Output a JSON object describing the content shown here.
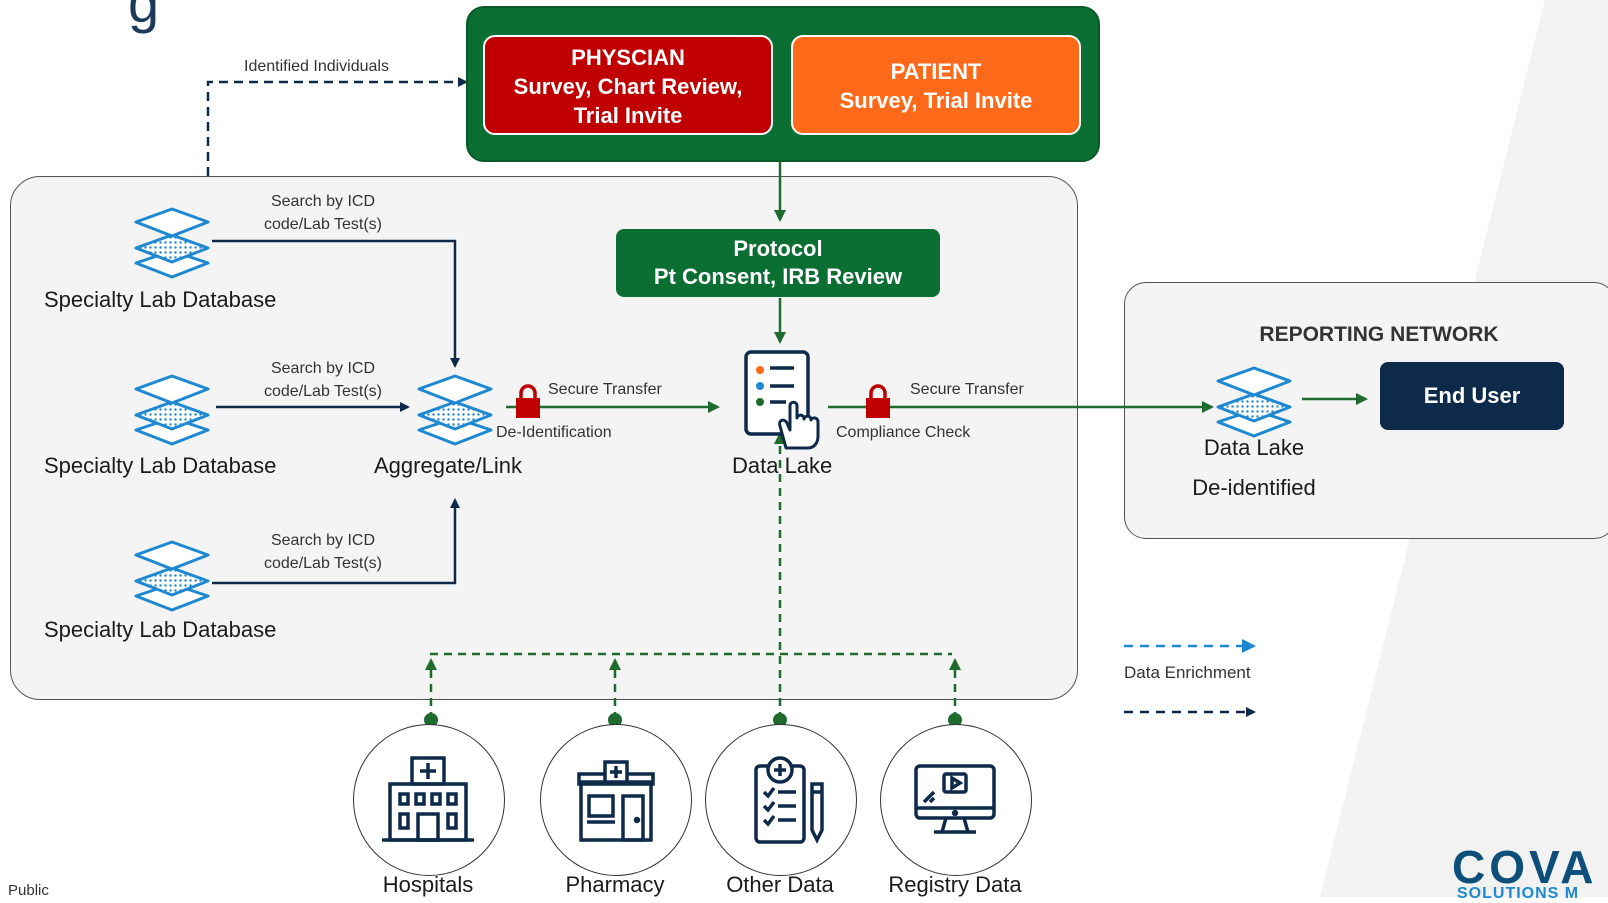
{
  "title_fragment": "g",
  "top_group": {
    "physician": {
      "line1": "PHYSCIAN",
      "line2": "Survey, Chart Review,",
      "line3": "Trial Invite"
    },
    "patient": {
      "line1": "PATIENT",
      "line2": "Survey, Trial Invite"
    }
  },
  "identified_individuals": "Identified Individuals",
  "protocol": {
    "line1": "Protocol",
    "line2": "Pt Consent, IRB Review"
  },
  "sources": [
    {
      "label": "Specialty Lab Database",
      "search_line1": "Search by ICD",
      "search_line2": "code/Lab Test(s)"
    },
    {
      "label": "Specialty Lab Database",
      "search_line1": "Search by ICD",
      "search_line2": "code/Lab Test(s)"
    },
    {
      "label": "Specialty Lab Database",
      "search_line1": "Search by ICD",
      "search_line2": "code/Lab Test(s)"
    }
  ],
  "aggregate_label": "Aggregate/Link",
  "secure_transfer_1": "Secure Transfer",
  "de_identification": "De-Identification",
  "data_lake_label": "Data Lake",
  "secure_transfer_2": "Secure Transfer",
  "compliance_check": "Compliance Check",
  "reporting": {
    "title": "REPORTING NETWORK",
    "data_lake": "Data Lake",
    "de_identified": "De-identified",
    "end_user": "End User"
  },
  "legend": {
    "data_enrichment": "Data Enrichment"
  },
  "bottom_sources": [
    {
      "label": "Hospitals",
      "icon": "hospital-icon"
    },
    {
      "label": "Pharmacy",
      "icon": "pharmacy-icon"
    },
    {
      "label": "Other Data",
      "icon": "clipboard-icon"
    },
    {
      "label": "Registry Data",
      "icon": "monitor-icon"
    }
  ],
  "footer": {
    "classification": "Public",
    "logo_text": "COVA",
    "logo_sub": "SOLUTIONS M"
  },
  "colors": {
    "dark_green": "#0b6e32",
    "red": "#c00000",
    "orange": "#ff6a1a",
    "navy": "#0d2a4a",
    "blue_icon": "#1e88d0",
    "panel_bg": "#f4f4f4"
  }
}
